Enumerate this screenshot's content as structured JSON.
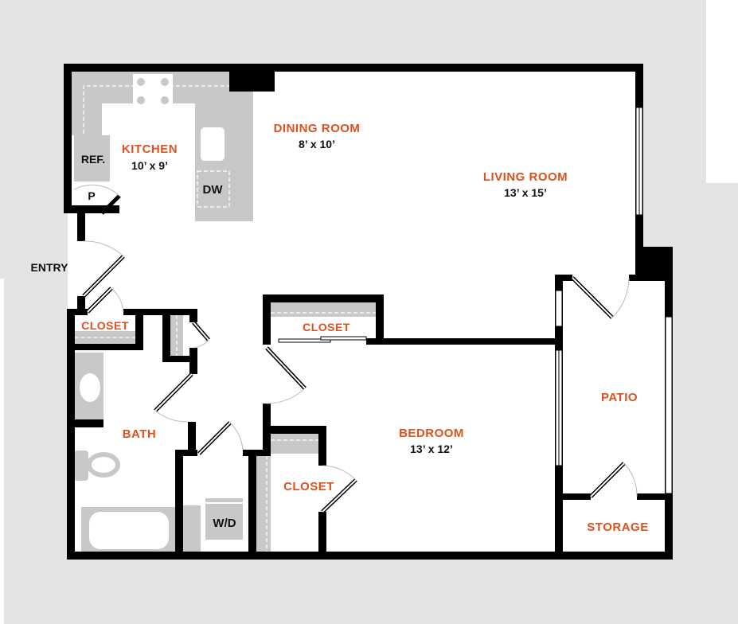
{
  "rooms": {
    "kitchen": {
      "label": "KITCHEN",
      "size": "10’ x 9’"
    },
    "dining": {
      "label": "DINING ROOM",
      "size": "8’ x 10’"
    },
    "living": {
      "label": "LIVING ROOM",
      "size": "13’ x  15’"
    },
    "bedroom": {
      "label": "BEDROOM",
      "size": "13’ x 12’"
    },
    "bath": {
      "label": "BATH"
    },
    "patio": {
      "label": "PATIO"
    },
    "storage": {
      "label": "STORAGE"
    },
    "entry_closet": {
      "label": "CLOSET"
    },
    "hall_closet": {
      "label": "CLOSET"
    },
    "bedroom_closet": {
      "label": "CLOSET"
    }
  },
  "fixtures": {
    "ref": "REF.",
    "pantry": "P",
    "dishwasher": "DW",
    "washer_dryer": "W/D"
  },
  "entry": "ENTRY",
  "colors": {
    "label": "#e0501c",
    "wall": "#000000",
    "counter": "#c8c8c8",
    "background": "#e4e4e4"
  }
}
